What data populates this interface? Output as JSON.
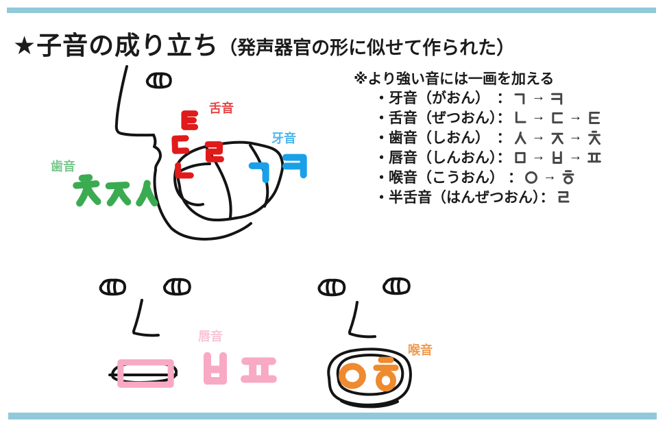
{
  "title": {
    "main": "★子音の成り立ち",
    "sub": "（発声器官の形に似せて作られた）"
  },
  "note": "※より強い音には一画を加える",
  "arrow": "→",
  "rules": [
    {
      "label": "・牙音（がおん）　：",
      "jamo": [
        "ㄱ",
        "ㅋ"
      ]
    },
    {
      "label": "・舌音（ぜつおん）：",
      "jamo": [
        "ㄴ",
        "ㄷ",
        "ㅌ"
      ]
    },
    {
      "label": "・歯音（しおん）　：",
      "jamo": [
        "ㅅ",
        "ㅈ",
        "ㅊ"
      ]
    },
    {
      "label": "・唇音（しんおん）：",
      "jamo": [
        "ㅁ",
        "ㅂ",
        "ㅍ"
      ]
    },
    {
      "label": "・喉音（こうおん） ：",
      "jamo": [
        "ㅇ",
        "ㅎ"
      ]
    },
    {
      "label": "・半舌音（はんぜつおん）：",
      "jamo": [
        "ㄹ"
      ]
    }
  ],
  "groups": {
    "zetsuon": {
      "label": "舌音",
      "letters": [
        "ㅌ",
        "ㄷ",
        "ㄹ",
        "ㄴ"
      ]
    },
    "gaon": {
      "label": "牙音",
      "letters": [
        "ㄱ",
        "ㅋ"
      ]
    },
    "shion": {
      "label": "歯音",
      "letters": [
        "ㅊ",
        "ㅈ",
        "ㅅ"
      ]
    },
    "shinon": {
      "label": "唇音",
      "letters": [
        "ㅁ",
        "ㅂ",
        "ㅍ"
      ]
    },
    "koon": {
      "label": "喉音",
      "letters": [
        "ㅇ",
        "ㅎ"
      ]
    }
  },
  "colors": {
    "bar": "#8fc9da",
    "text": "#1b1b1b",
    "ink": "#141414",
    "red": "#e11a1a",
    "red_label": "#e64848",
    "blue": "#1aa0e8",
    "blue_label": "#4db6ef",
    "green": "#3bab52",
    "green_label": "#7bc890",
    "pink": "#f8a9c3",
    "pink_label": "#fac6d6",
    "orange": "#ee8a2f",
    "orange_label": "#f09b51",
    "list_jamo": "#474747"
  }
}
